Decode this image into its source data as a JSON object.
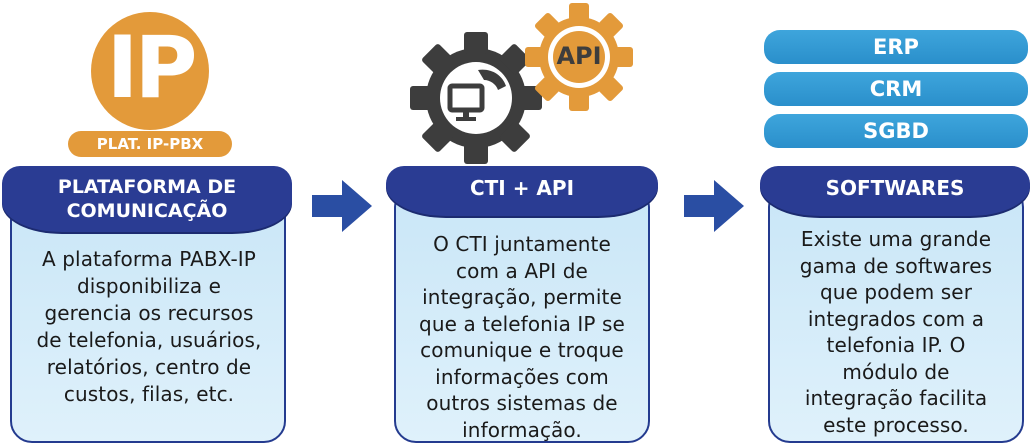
{
  "colors": {
    "banner": "#2a3c93",
    "card": "#cfe9f8",
    "orange": "#e39a3a",
    "gear": "#3d3d3d",
    "stack": "#3ea5dc"
  },
  "columns": [
    {
      "logo_text": "IP",
      "logo_caption": "PLAT. IP-PBX",
      "title_lines": [
        "PLATAFORMA DE",
        "COMUNICAÇÃO"
      ],
      "body_lines": [
        "A plataforma PABX-IP",
        "disponibiliza e",
        "gerencia os recursos",
        "de telefonia, usuários,",
        "relatórios, centro de",
        "custos, filas, etc."
      ]
    },
    {
      "api_text": "API",
      "title_lines": [
        "CTI + API"
      ],
      "body_lines": [
        "O CTI juntamente",
        "com a API de",
        "integração, permite",
        "que a telefonia IP se",
        "comunique e troque",
        "informações com",
        "outros sistemas de",
        "informação."
      ]
    },
    {
      "stack": [
        "ERP",
        "CRM",
        "SGBD"
      ],
      "title_lines": [
        "SOFTWARES"
      ],
      "body_lines": [
        "Existe uma grande",
        "gama de softwares",
        "que podem ser",
        "integrados com a",
        "telefonia IP. O",
        "módulo de",
        "integração facilita",
        "este processo."
      ]
    }
  ]
}
